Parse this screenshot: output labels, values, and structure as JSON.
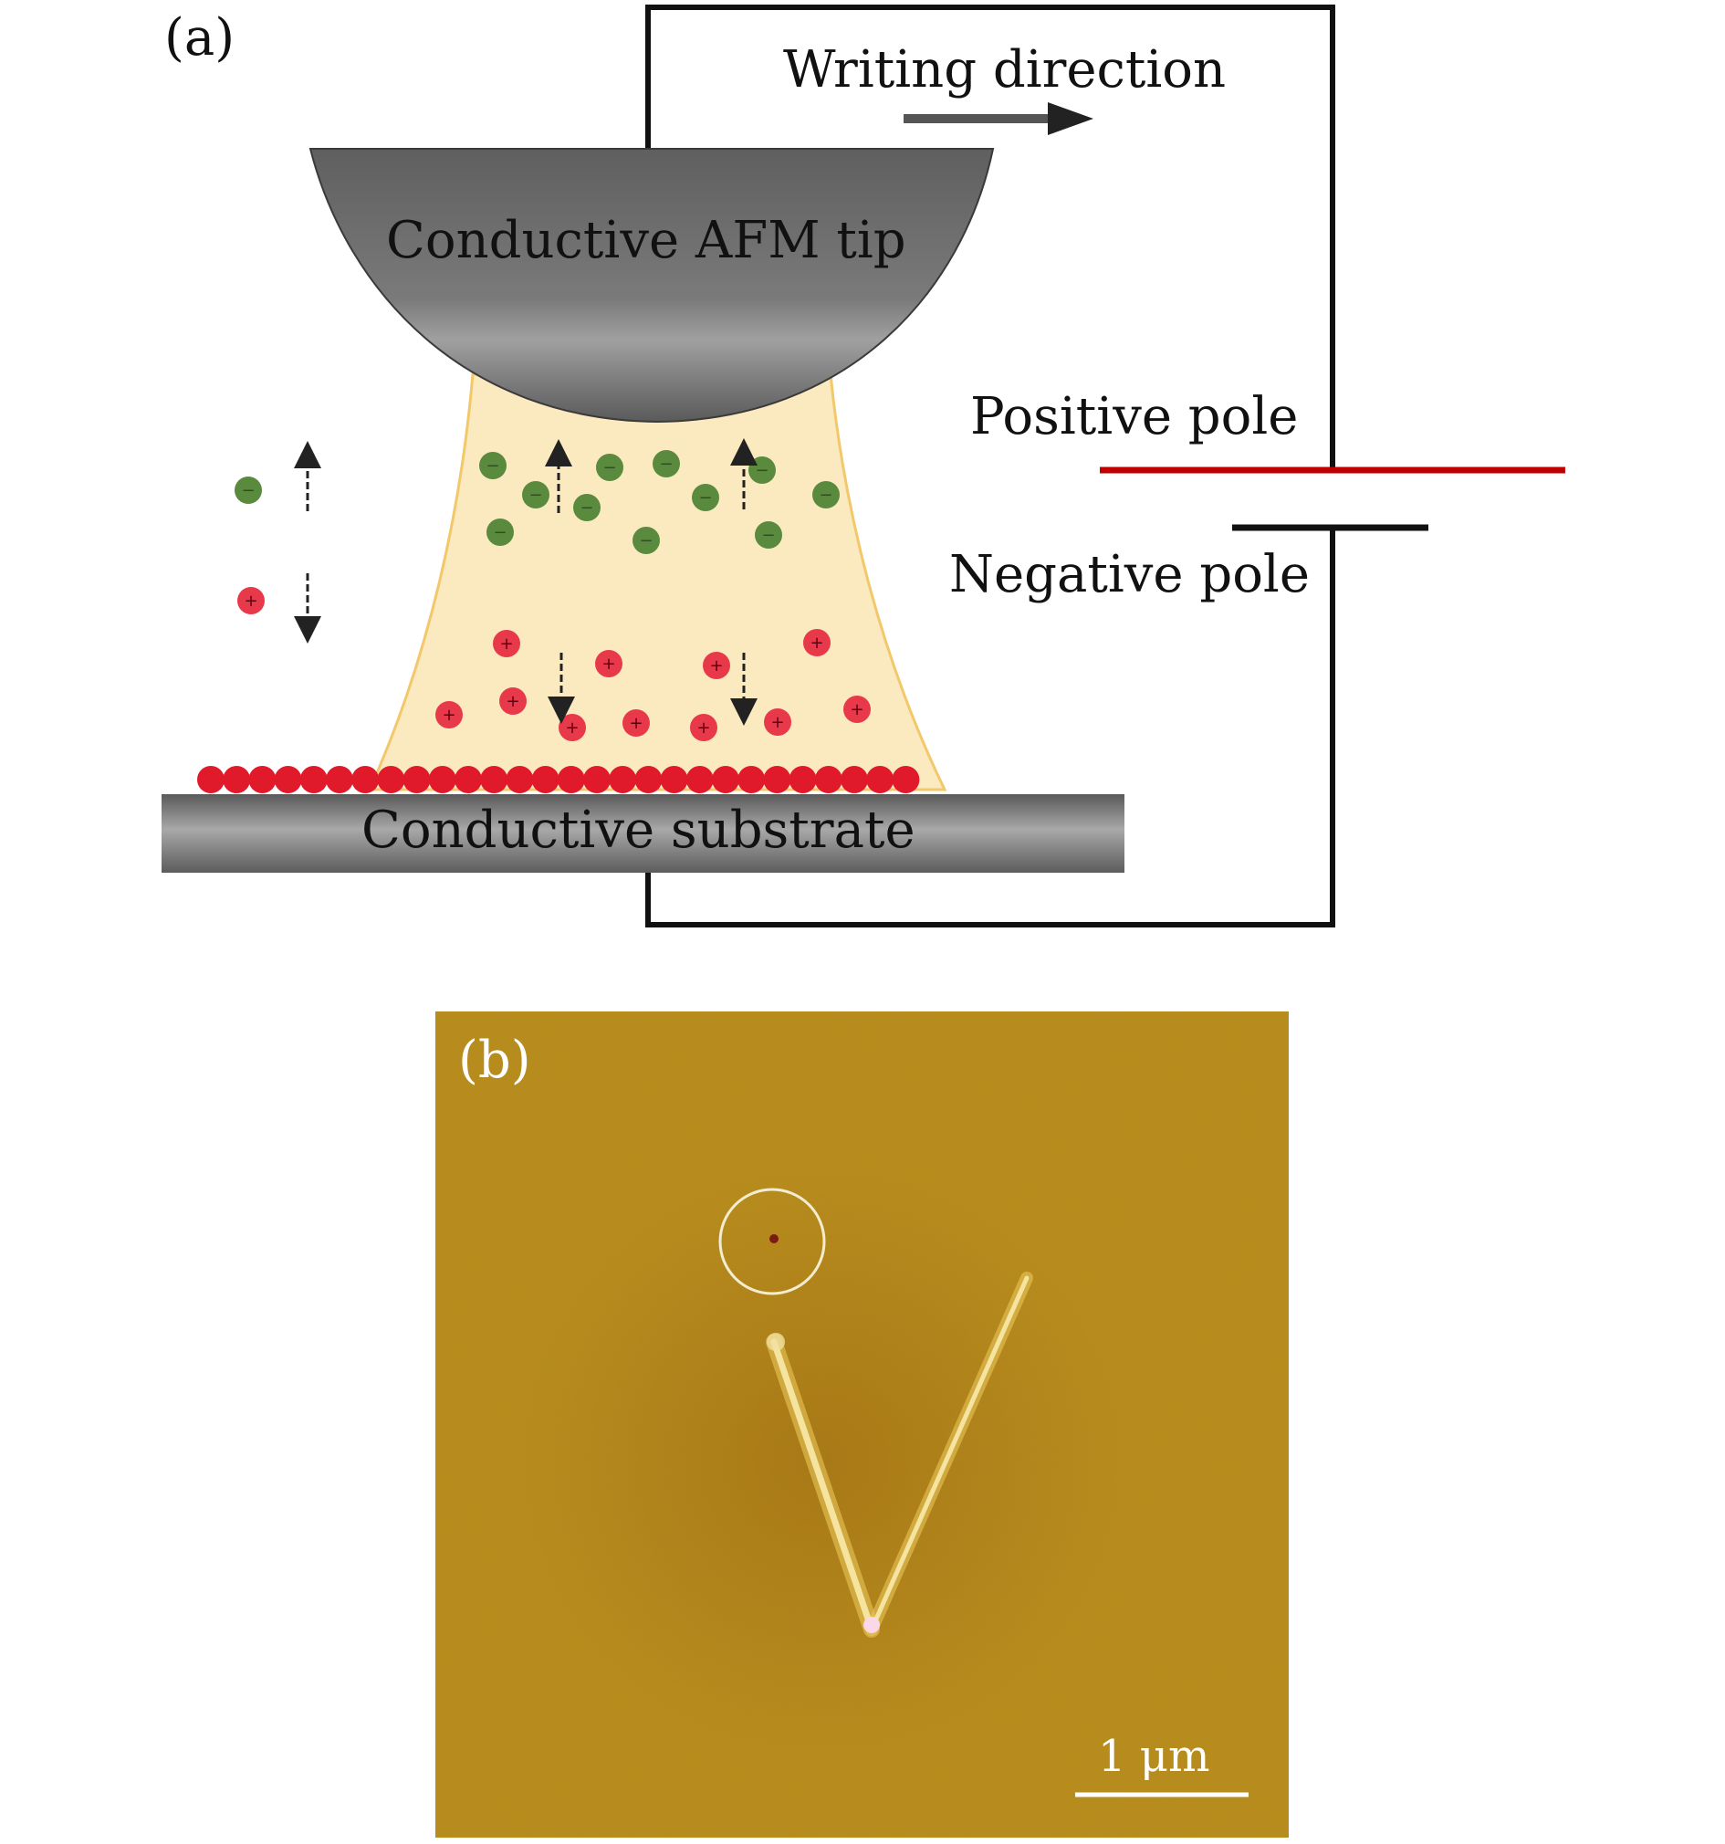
{
  "panel_a": {
    "label": "(a)",
    "writing_direction": "Writing direction",
    "tip_label": "Conductive AFM tip",
    "positive_pole": "Positive pole",
    "negative_pole": "Negative pole",
    "substrate_label": "Conductive substrate",
    "anion_sign": "−",
    "cation_sign": "+",
    "colors": {
      "anion": "#5a8a3e",
      "cation": "#e8394a",
      "meniscus": "#fbe9bf",
      "meniscus_edge": "#f2c86a",
      "positive_wire": "#c00000",
      "tip": "#6d6d6d",
      "substrate": "#707070"
    }
  },
  "panel_b": {
    "label": "(b)",
    "scale_bar": "1 μm",
    "colors": {
      "background": "#b88a1a",
      "line": "#f0dd8a"
    }
  }
}
